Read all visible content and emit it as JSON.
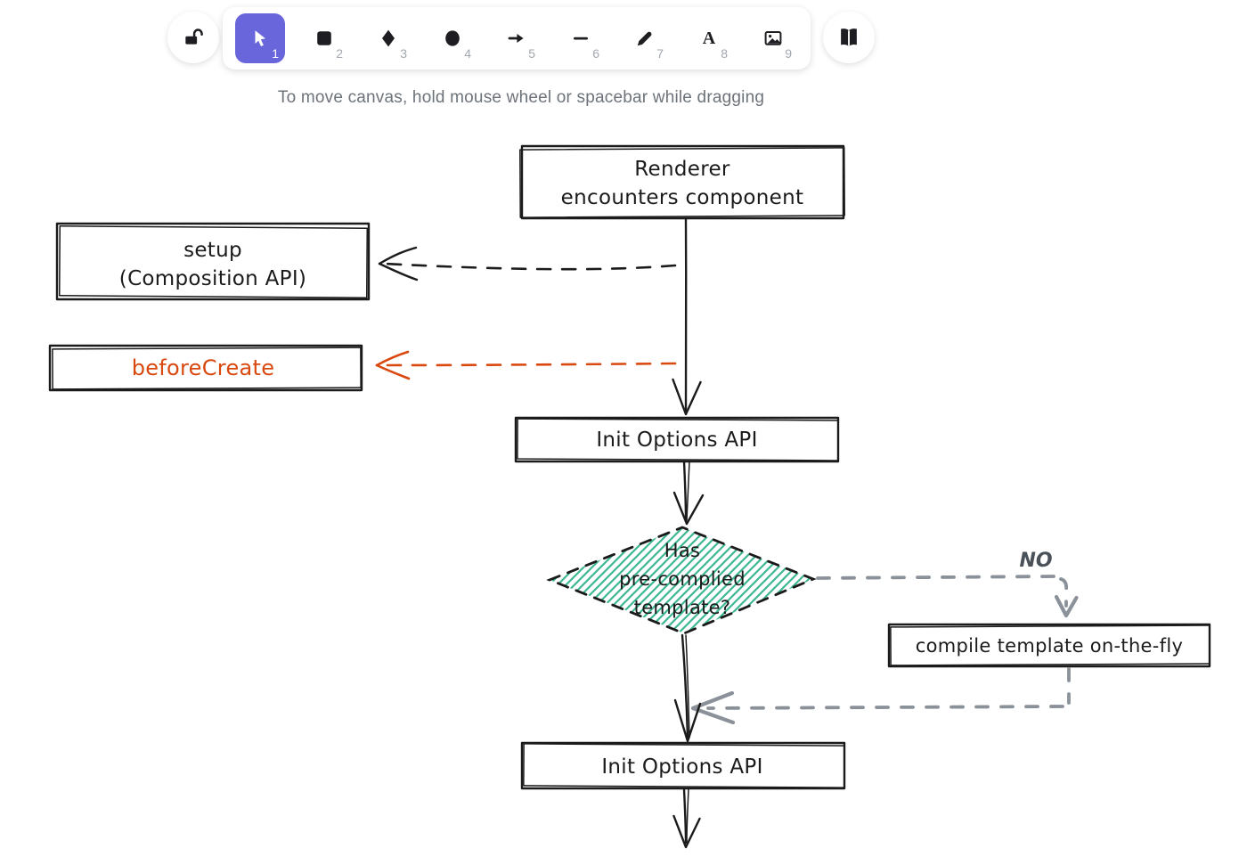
{
  "toolbar": {
    "tools": [
      {
        "id": "selection",
        "shortcut": "1",
        "active": true
      },
      {
        "id": "rectangle",
        "shortcut": "2",
        "active": false
      },
      {
        "id": "diamond",
        "shortcut": "3",
        "active": false
      },
      {
        "id": "ellipse",
        "shortcut": "4",
        "active": false
      },
      {
        "id": "arrow",
        "shortcut": "5",
        "active": false
      },
      {
        "id": "line",
        "shortcut": "6",
        "active": false
      },
      {
        "id": "draw",
        "shortcut": "7",
        "active": false
      },
      {
        "id": "text",
        "shortcut": "8",
        "active": false,
        "glyph": "A"
      },
      {
        "id": "image",
        "shortcut": "9",
        "active": false
      }
    ]
  },
  "hint": "To move canvas, hold mouse wheel or spacebar while dragging",
  "flowchart": {
    "renderer_box": {
      "line1": "Renderer",
      "line2": "encounters component"
    },
    "setup_box": {
      "line1": "setup",
      "line2": "(Composition API)"
    },
    "before_create_box": {
      "label": "beforeCreate"
    },
    "init_options_box_1": {
      "label": "Init Options API"
    },
    "decision_diamond": {
      "line1": "Has",
      "line2": "pre-complied",
      "line3": "template?"
    },
    "no_label": "NO",
    "compile_box": {
      "label": "compile template on-the-fly"
    },
    "init_options_box_2": {
      "label": "Init Options API"
    }
  },
  "colors": {
    "accent": "#6965db",
    "hatch_green": "#3cb792",
    "stroke_black": "#1b1b1b",
    "orange": "#d9480f",
    "gray_dash": "#8a9199",
    "background": "#ffffff"
  }
}
